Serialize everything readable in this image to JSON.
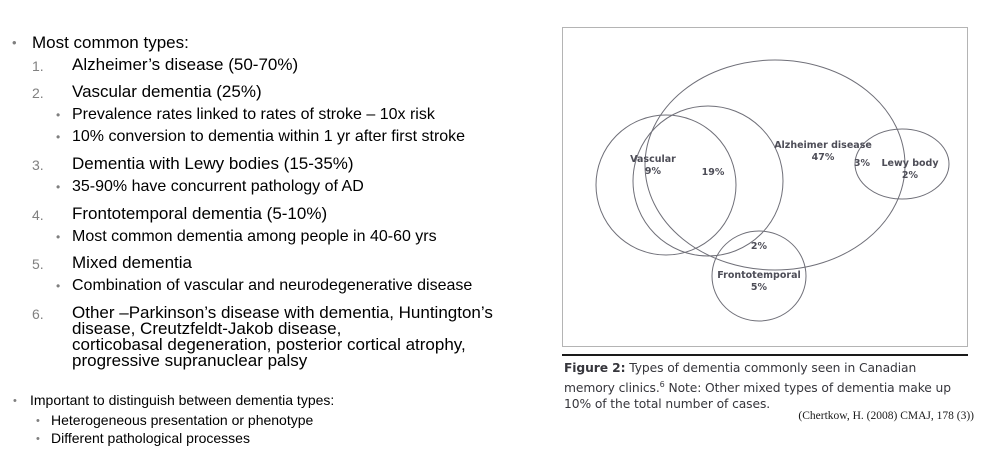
{
  "slide": {
    "left_column": {
      "heading": {
        "bullet": "•",
        "text": "Most common types:"
      },
      "numbered_items": [
        {
          "number": "1.",
          "text": "Alzheimer’s disease (50-70%)",
          "subitems": []
        },
        {
          "number": "2.",
          "text": "Vascular dementia (25%)",
          "subitems": [
            "Prevalence rates linked to rates of stroke – 10x risk",
            "10% conversion to dementia within 1 yr after first stroke"
          ]
        },
        {
          "number": "3.",
          "text": "Dementia with Lewy bodies (15-35%)",
          "subitems": [
            "35-90% have concurrent pathology of AD"
          ]
        },
        {
          "number": "4.",
          "text": "Frontotemporal dementia (5-10%)",
          "subitems": [
            "Most common dementia among people in 40-60 yrs"
          ]
        },
        {
          "number": "5.",
          "text": "Mixed dementia",
          "subitems": [
            "Combination of vascular and neurodegenerative disease"
          ]
        },
        {
          "number": "6.",
          "text": "Other –Parkinson’s disease with dementia, Huntington’s",
          "subitems": []
        }
      ],
      "item6_wrap_lines": [
        "disease, Creutzfeldt-Jakob disease,",
        "corticobasal degeneration, posterior cortical atrophy,",
        "progressive supranuclear palsy"
      ],
      "footer_block": {
        "bullet": "•",
        "heading": "Important to distinguish between dementia types:",
        "subitems": [
          "Heterogeneous presentation or phenotype",
          "Different pathological processes"
        ]
      }
    },
    "figure": {
      "caption_label": "Figure 2:",
      "caption_text_1": " Types of dementia commonly seen in Canadian memory clinics.",
      "caption_superscript": "6",
      "caption_text_2": " Note: Other mixed types of dementia make up 10% of the total number of cases.",
      "citation": "(Chertkow, H. (2008) CMAJ, 178 (3))",
      "labels": {
        "vascular_name": "Vascular",
        "vascular_value": "9%",
        "vascular_alzheimer_overlap": "19%",
        "alzheimer_name": "Alzheimer disease",
        "alzheimer_value": "47%",
        "alzheimer_lewy_overlap": "3%",
        "lewy_name": "Lewy body",
        "lewy_value": "2%",
        "alzheimer_ftd_overlap": "2%",
        "ftd_name": "Frontotemporal",
        "ftd_value": "5%"
      }
    }
  },
  "chart_data": {
    "type": "venn",
    "title": "Types of dementia commonly seen in Canadian memory clinics",
    "unit": "percent of cases",
    "sets": [
      {
        "name": "Alzheimer disease",
        "value": 47
      },
      {
        "name": "Vascular",
        "value": 9
      },
      {
        "name": "Lewy body",
        "value": 2
      },
      {
        "name": "Frontotemporal",
        "value": 5
      }
    ],
    "intersections": [
      {
        "sets": [
          "Vascular",
          "Alzheimer disease"
        ],
        "value": 19
      },
      {
        "sets": [
          "Alzheimer disease",
          "Lewy body"
        ],
        "value": 3
      },
      {
        "sets": [
          "Alzheimer disease",
          "Frontotemporal"
        ],
        "value": 2
      }
    ],
    "note": "Other mixed types of dementia make up 10% of the total number of cases.",
    "source": "(Chertkow, H. (2008) CMAJ, 178 (3))",
    "grid": false,
    "legend": "none"
  }
}
